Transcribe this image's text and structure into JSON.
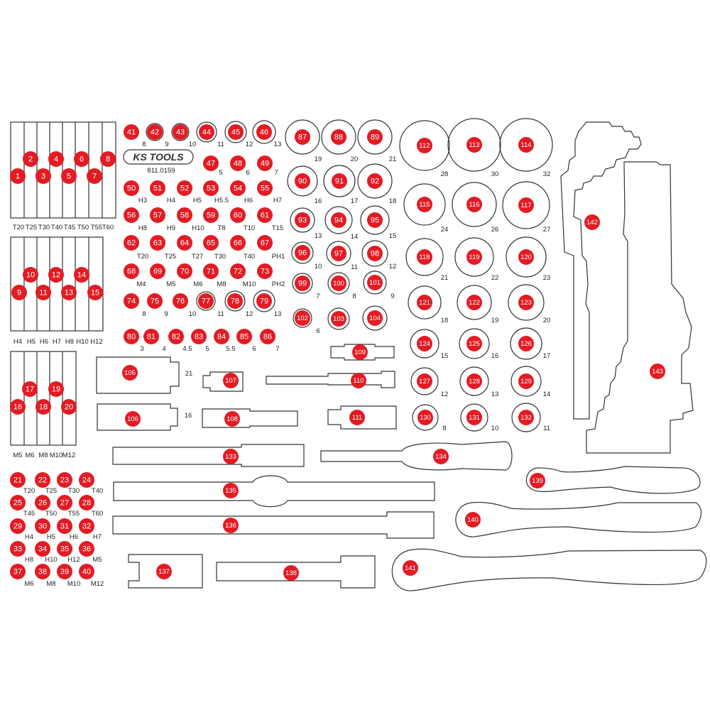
{
  "brand": {
    "logo_text": "KS TOOLS",
    "article": "811.0159"
  },
  "colors": {
    "marker": "#e31b23",
    "outline": "#333333"
  },
  "groups": {
    "tbits_a": {
      "labels": [
        "T20",
        "T25",
        "T30",
        "T40",
        "T45",
        "T50",
        "T55",
        "T60"
      ]
    },
    "hbits_a": {
      "labels": [
        "H4",
        "H5",
        "H6",
        "H7",
        "H8",
        "H10",
        "H12"
      ]
    },
    "mbits_a": {
      "labels": [
        "M5",
        "M6",
        "M8",
        "M10",
        "M12"
      ]
    },
    "grid": {
      "r0": [
        "8",
        "9",
        "10",
        "11",
        "12",
        "13"
      ],
      "r1": [
        "5",
        "6",
        "7"
      ],
      "r2": [
        "H3",
        "H4",
        "H5",
        "H5.5",
        "H6",
        "H7"
      ],
      "r3": [
        "H8",
        "H9",
        "H10",
        "T8",
        "T10",
        "T15"
      ],
      "r4": [
        "T20",
        "T25",
        "T27",
        "T30",
        "T40",
        "PH1"
      ],
      "r5": [
        "M4",
        "M5",
        "M6",
        "M8",
        "M10",
        "PH2"
      ],
      "r6": [
        "8",
        "9",
        "10",
        "11",
        "12",
        "13"
      ],
      "r7": [
        "3",
        "4",
        "4.5",
        "5",
        "5.5",
        "6",
        "7"
      ]
    },
    "small_socket_sizes": {
      "c1": [
        "19",
        "16",
        "13",
        "10",
        "7",
        "6"
      ],
      "c2": [
        "20",
        "17",
        "14",
        "11",
        "8"
      ],
      "c3": [
        "21",
        "18",
        "15",
        "12",
        "9"
      ]
    },
    "large_socket_sizes": {
      "r0": [
        "28",
        "30",
        "32"
      ],
      "r1": [
        "24",
        "26",
        "27"
      ],
      "r2": [
        "21",
        "22",
        "23"
      ],
      "r3": [
        "18",
        "19",
        "20"
      ],
      "r4": [
        "15",
        "16",
        "17"
      ],
      "r5": [
        "12",
        "13",
        "14"
      ],
      "r6": [
        "8",
        "10",
        "11"
      ]
    },
    "adapter_sizes": {
      "s105": "21",
      "s106": "16"
    },
    "bits_small": {
      "r0": [
        "T20",
        "T25",
        "T30",
        "T40"
      ],
      "r1": [
        "T45",
        "T50",
        "T55",
        "T60"
      ],
      "r2": [
        "H4",
        "H5",
        "H6",
        "H7"
      ],
      "r3": [
        "H8",
        "H10",
        "H12",
        "M5"
      ],
      "r4": [
        "M6",
        "M8",
        "M10",
        "M12"
      ]
    }
  },
  "markers": [
    "1",
    "2",
    "3",
    "4",
    "5",
    "6",
    "7",
    "8",
    "9",
    "10",
    "11",
    "12",
    "13",
    "14",
    "15",
    "16",
    "17",
    "18",
    "19",
    "20",
    "21",
    "22",
    "23",
    "24",
    "25",
    "26",
    "27",
    "28",
    "29",
    "30",
    "31",
    "32",
    "33",
    "34",
    "35",
    "36",
    "37",
    "38",
    "39",
    "40",
    "41",
    "42",
    "43",
    "44",
    "45",
    "46",
    "47",
    "48",
    "49",
    "50",
    "51",
    "52",
    "53",
    "54",
    "55",
    "56",
    "57",
    "58",
    "59",
    "60",
    "61",
    "62",
    "63",
    "64",
    "65",
    "66",
    "67",
    "68",
    "69",
    "70",
    "71",
    "72",
    "73",
    "74",
    "75",
    "76",
    "77",
    "78",
    "79",
    "80",
    "81",
    "82",
    "83",
    "84",
    "85",
    "86",
    "87",
    "88",
    "89",
    "90",
    "91",
    "92",
    "93",
    "94",
    "95",
    "96",
    "97",
    "98",
    "99",
    "100",
    "101",
    "102",
    "103",
    "104",
    "105",
    "106",
    "107",
    "108",
    "109",
    "110",
    "111",
    "112",
    "113",
    "114",
    "115",
    "116",
    "117",
    "118",
    "119",
    "120",
    "121",
    "122",
    "123",
    "124",
    "125",
    "126",
    "127",
    "128",
    "129",
    "130",
    "131",
    "132",
    "133",
    "134",
    "135",
    "136",
    "137",
    "138",
    "139",
    "140",
    "141",
    "142",
    "143"
  ]
}
